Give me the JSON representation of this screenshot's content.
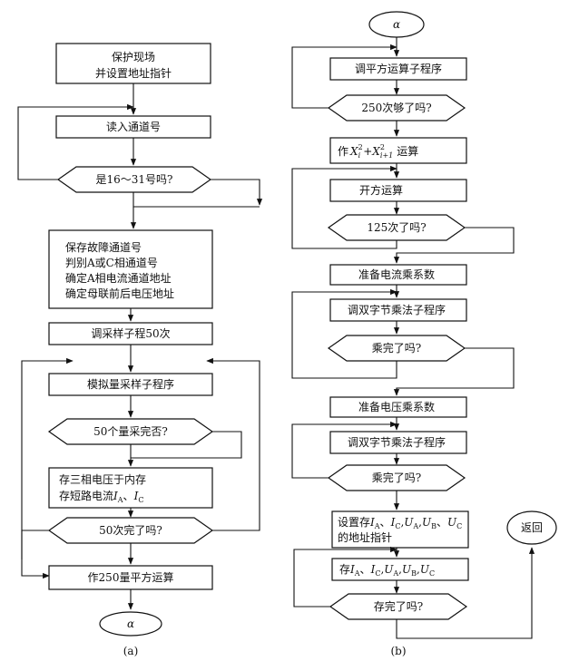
{
  "left": {
    "protect": [
      "保护现场",
      "并设置地址指针"
    ],
    "read_channel": "读入通道号",
    "is_16_31": "是16～31号吗?",
    "save_block": [
      "保存故障通道号",
      "判别A或C相通道号",
      "确定A相电流通道地址",
      "确定母联前后电压地址"
    ],
    "call_sample_50": "调采样子程50次",
    "analog_sample": "模拟量采样子程序",
    "sample_50_done": "50个量采完否?",
    "store_block_1": "存三相电压于内存",
    "store_block_2_prefix": "存短路电流",
    "sample_times_done": "50次完了吗?",
    "square_250": "作250量平方运算",
    "connector": "α",
    "caption": "(a)"
  },
  "right": {
    "connector": "α",
    "call_square": "调平方运算子程序",
    "times_250": "250次够了吗?",
    "compute_prefix": "作",
    "compute_suffix": "运算",
    "sqrt": "开方运算",
    "times_125": "125次了吗?",
    "prep_current": "准备电流乘系数",
    "call_mul_1": "调双字节乘法子程序",
    "mul_done_1": "乘完了吗?",
    "prep_voltage": "准备电压乘系数",
    "call_mul_2": "调双字节乘法子程序",
    "mul_done_2": "乘完了吗?",
    "set_addr_prefix": "设置存",
    "set_addr_line2": "的地址指针",
    "store_prefix": "存",
    "store_done": "存完了吗?",
    "return": "返回",
    "caption": "(b)"
  },
  "math": {
    "X": "X",
    "i": "i",
    "sq": "2",
    "i_plus_1": "i+1",
    "plus": "+",
    "I": "I",
    "U": "U",
    "sub_A": "A",
    "sub_B": "B",
    "sub_C": "C",
    "sep": "、",
    "comma": ","
  }
}
